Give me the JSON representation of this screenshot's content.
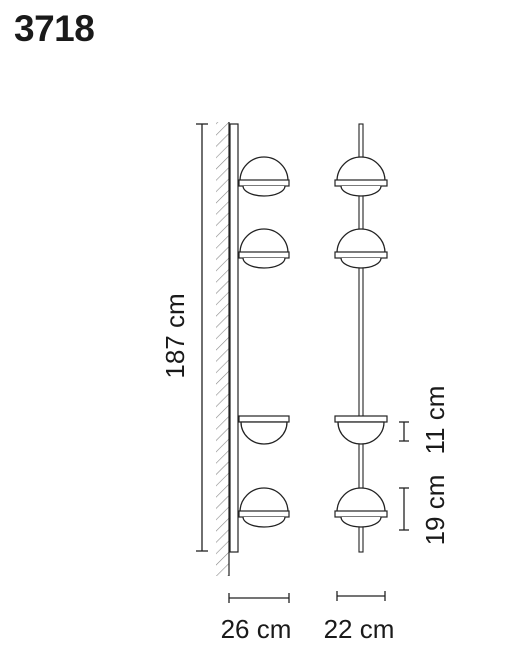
{
  "product_code": "3718",
  "dimensions": {
    "height": "187 cm",
    "side_depth": "26 cm",
    "front_width": "22 cm",
    "half_shade_height": "11 cm",
    "globe_height": "19 cm"
  }
}
